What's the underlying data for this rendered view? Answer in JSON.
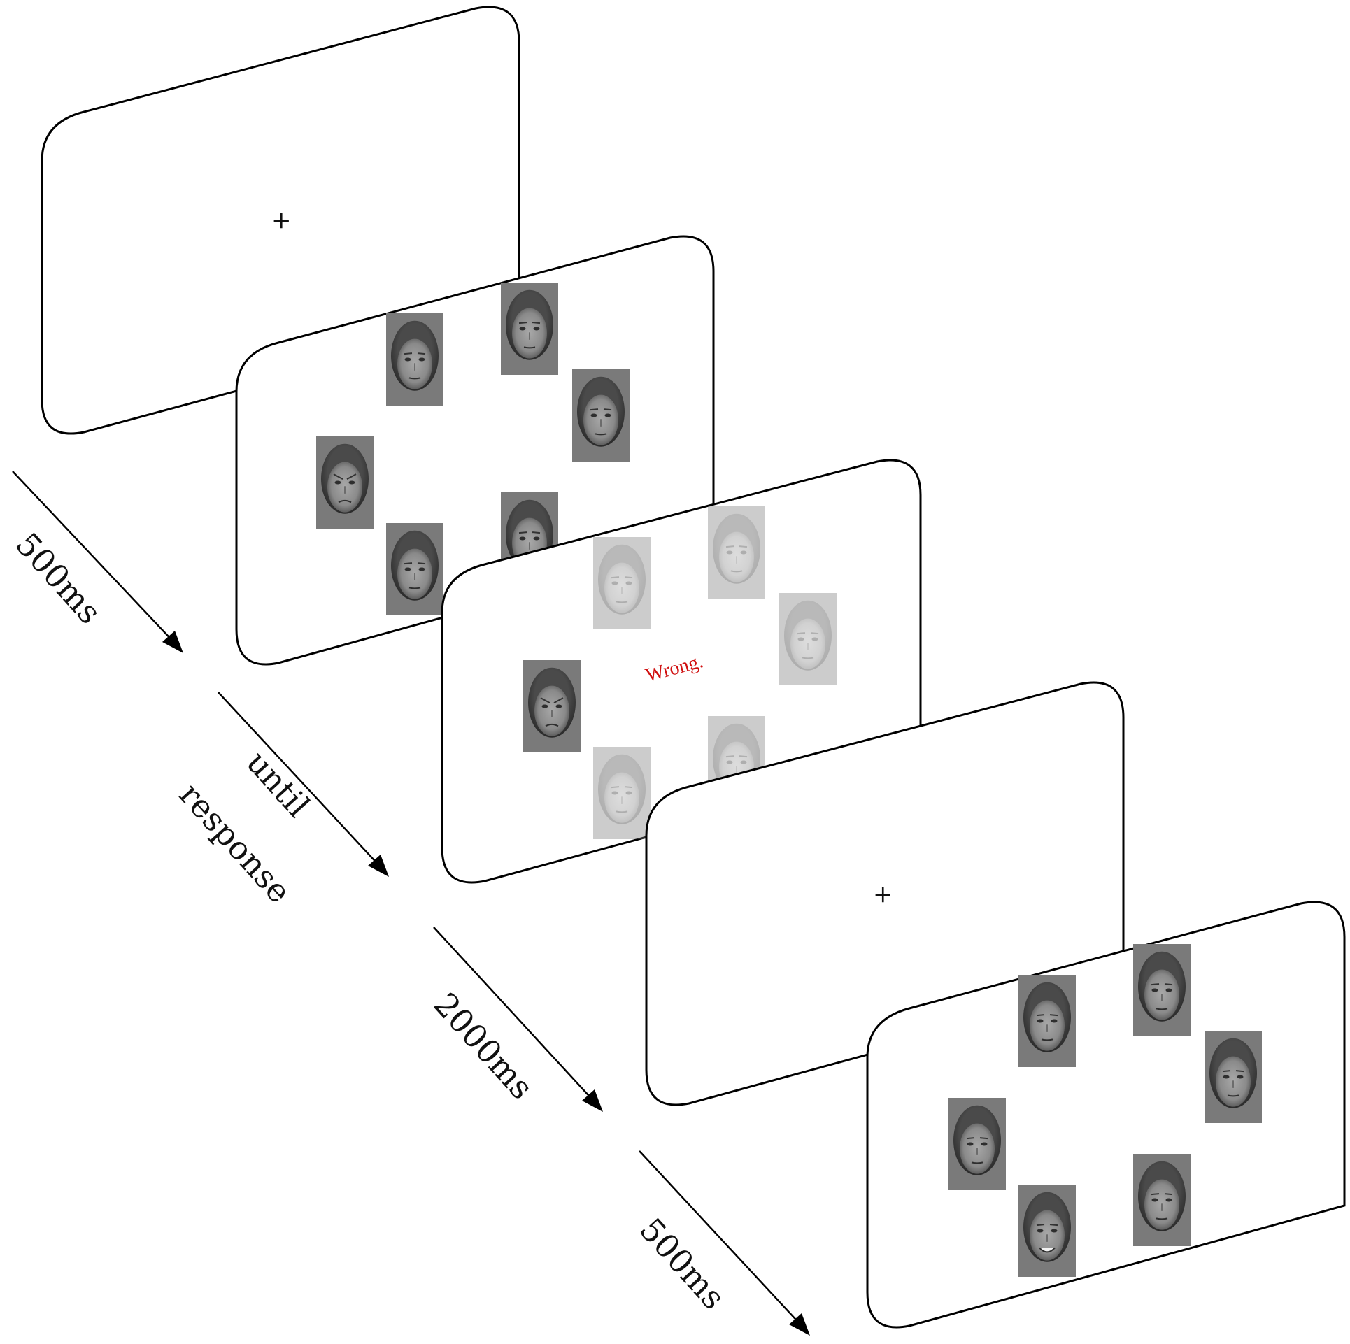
{
  "figure": {
    "screens": [
      {
        "kind": "fixation",
        "symbol": "+"
      },
      {
        "kind": "search-array",
        "faces": [
          "neutral",
          "neutral",
          "neutral",
          "angry",
          "neutral",
          "neutral"
        ]
      },
      {
        "kind": "feedback",
        "text": "Wrong.",
        "text_color": "#d01010",
        "faces": [
          "neutral-faded",
          "neutral-faded",
          "neutral-faded",
          "angry",
          "neutral-faded",
          "neutral-faded"
        ]
      },
      {
        "kind": "fixation",
        "symbol": "+"
      },
      {
        "kind": "search-array",
        "faces": [
          "neutral",
          "neutral",
          "neutral",
          "neutral",
          "happy",
          "neutral"
        ]
      }
    ],
    "timings": [
      {
        "lines": [
          "500ms"
        ]
      },
      {
        "lines": [
          "until",
          "response"
        ]
      },
      {
        "lines": [
          "2000ms"
        ]
      },
      {
        "lines": [
          "500ms"
        ]
      }
    ]
  }
}
